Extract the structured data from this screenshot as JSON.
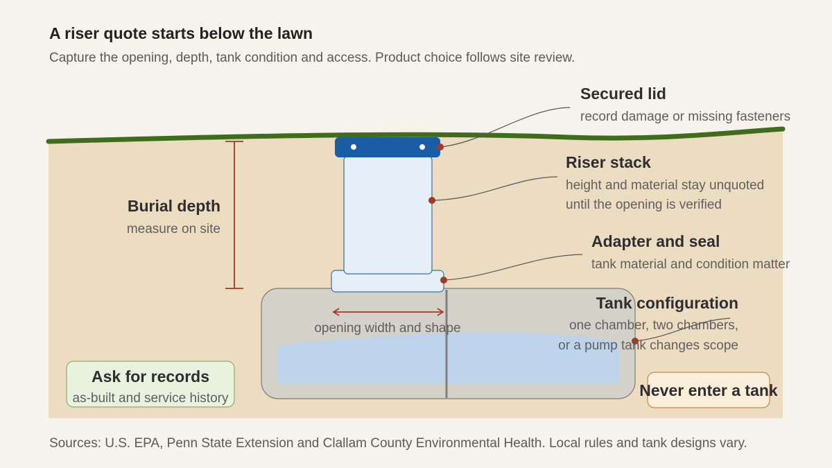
{
  "header": {
    "title": "A riser quote starts below the lawn",
    "subtitle": "Capture the opening, depth, tank condition and access. Product choice follows site review."
  },
  "callouts": {
    "secured_lid": {
      "title": "Secured lid",
      "note": "record damage or missing fasteners"
    },
    "riser_stack": {
      "title": "Riser stack",
      "note_line1": "height and material stay unquoted",
      "note_line2": "until the opening is verified"
    },
    "adapter_seal": {
      "title": "Adapter and seal",
      "note": "tank material and condition matter"
    },
    "tank_configuration": {
      "title": "Tank configuration",
      "note_line1": "one chamber, two chambers,",
      "note_line2": "or a pump tank changes scope"
    },
    "burial_depth": {
      "title": "Burial depth",
      "note": "measure on site"
    },
    "opening": {
      "label": "opening width and shape"
    }
  },
  "boxes": {
    "records": {
      "title": "Ask for records",
      "note": "as-built and service history"
    },
    "warning": {
      "title": "Never enter a tank"
    }
  },
  "footer": {
    "sources": "Sources: U.S. EPA, Penn State Extension and Clallam County Environmental Health. Local rules and tank designs vary."
  },
  "colors": {
    "soil": "#ecdcc2",
    "grass": "#3f6d1c",
    "lid": "#1a5ca6",
    "riser_fill": "#e5eef9",
    "tank_fill": "#d4d1c8",
    "liquid": "#bcd3ea",
    "accent": "#a03a22",
    "records_bg": "#e9f1df",
    "warning_bg": "#fbefdc"
  }
}
